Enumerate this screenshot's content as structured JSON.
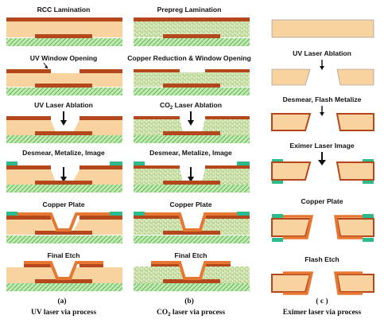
{
  "colors": {
    "laminate": "#f8d3a0",
    "copper": "#b4471c",
    "plate": "#e67833",
    "hatch_bg": "#c3eab2",
    "hatch_line": "#44a640",
    "speckle_bg": "#c9dfa6",
    "resist": "#2dbb8d",
    "outline": "#555555"
  },
  "columns": [
    {
      "steps": [
        "RCC Lamination",
        "UV Window Opening",
        "UV Laser Ablation",
        "Desmear, Metalize, Image",
        "Copper Plate",
        "Final Etch"
      ],
      "caption_label": "(a)",
      "caption_text": "UV laser via process"
    },
    {
      "steps": [
        "Prepreg Lamination",
        "Copper Reduction & Window Opening",
        "CO",
        "Desmear, Metalize, Image",
        "Copper Plate",
        "Final Etch"
      ],
      "co2_sub": "2",
      "co2_rest": " Laser Ablation",
      "caption_label": "(b)",
      "caption_pre": "CO",
      "caption_sub": "2",
      "caption_post": " laser via process"
    },
    {
      "steps": [
        "UV Laser Ablation",
        "Desmear, Flash Metalize",
        "Eximer Laser Image",
        "Copper Plate",
        "Flash Etch"
      ],
      "caption_label": "( c )",
      "caption_text": "Eximer laser via process"
    }
  ]
}
